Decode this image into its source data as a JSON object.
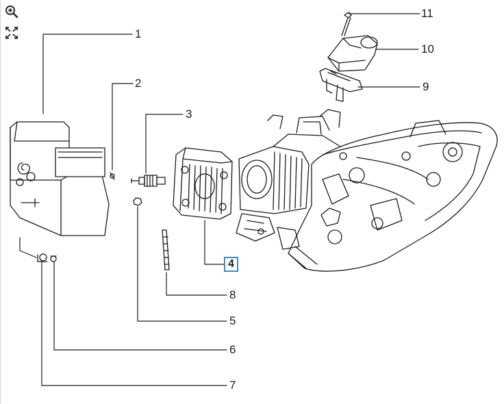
{
  "toolbar": {
    "zoom_icon": "zoom-in-icon",
    "fit_icon": "fit-to-screen-icon"
  },
  "callouts": {
    "c1": "1",
    "c2": "2",
    "c3": "3",
    "c4": "4",
    "c5": "5",
    "c6": "6",
    "c7": "7",
    "c8": "8",
    "c9": "9",
    "c10": "10",
    "c11": "11"
  },
  "selected_part": "4",
  "colors": {
    "line": "#1a1a1a",
    "highlight": "#3d89c4",
    "background": "#ffffff"
  }
}
